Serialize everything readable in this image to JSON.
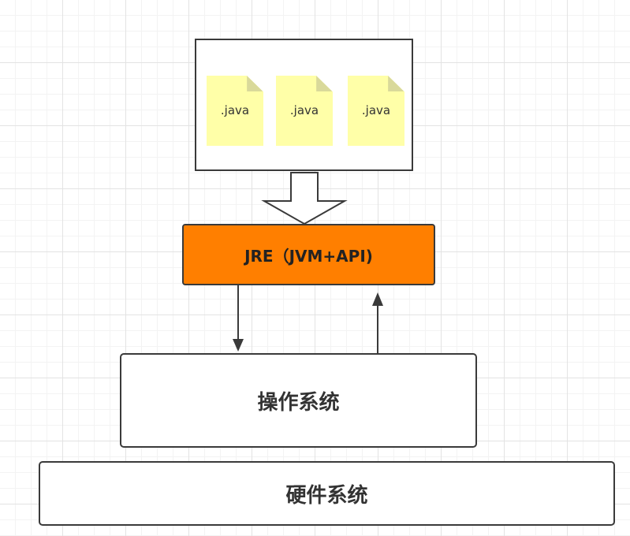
{
  "files": [
    {
      "label": ".java"
    },
    {
      "label": ".java"
    },
    {
      "label": ".java"
    }
  ],
  "jre": {
    "label": "JRE（JVM+API)"
  },
  "os": {
    "label": "操作系统"
  },
  "hardware": {
    "label": "硬件系统"
  },
  "colors": {
    "jre_fill": "#ff7f00",
    "file_fill": "#ffffa8",
    "file_fold": "#d9d99a",
    "stroke": "#3a3a3a"
  }
}
